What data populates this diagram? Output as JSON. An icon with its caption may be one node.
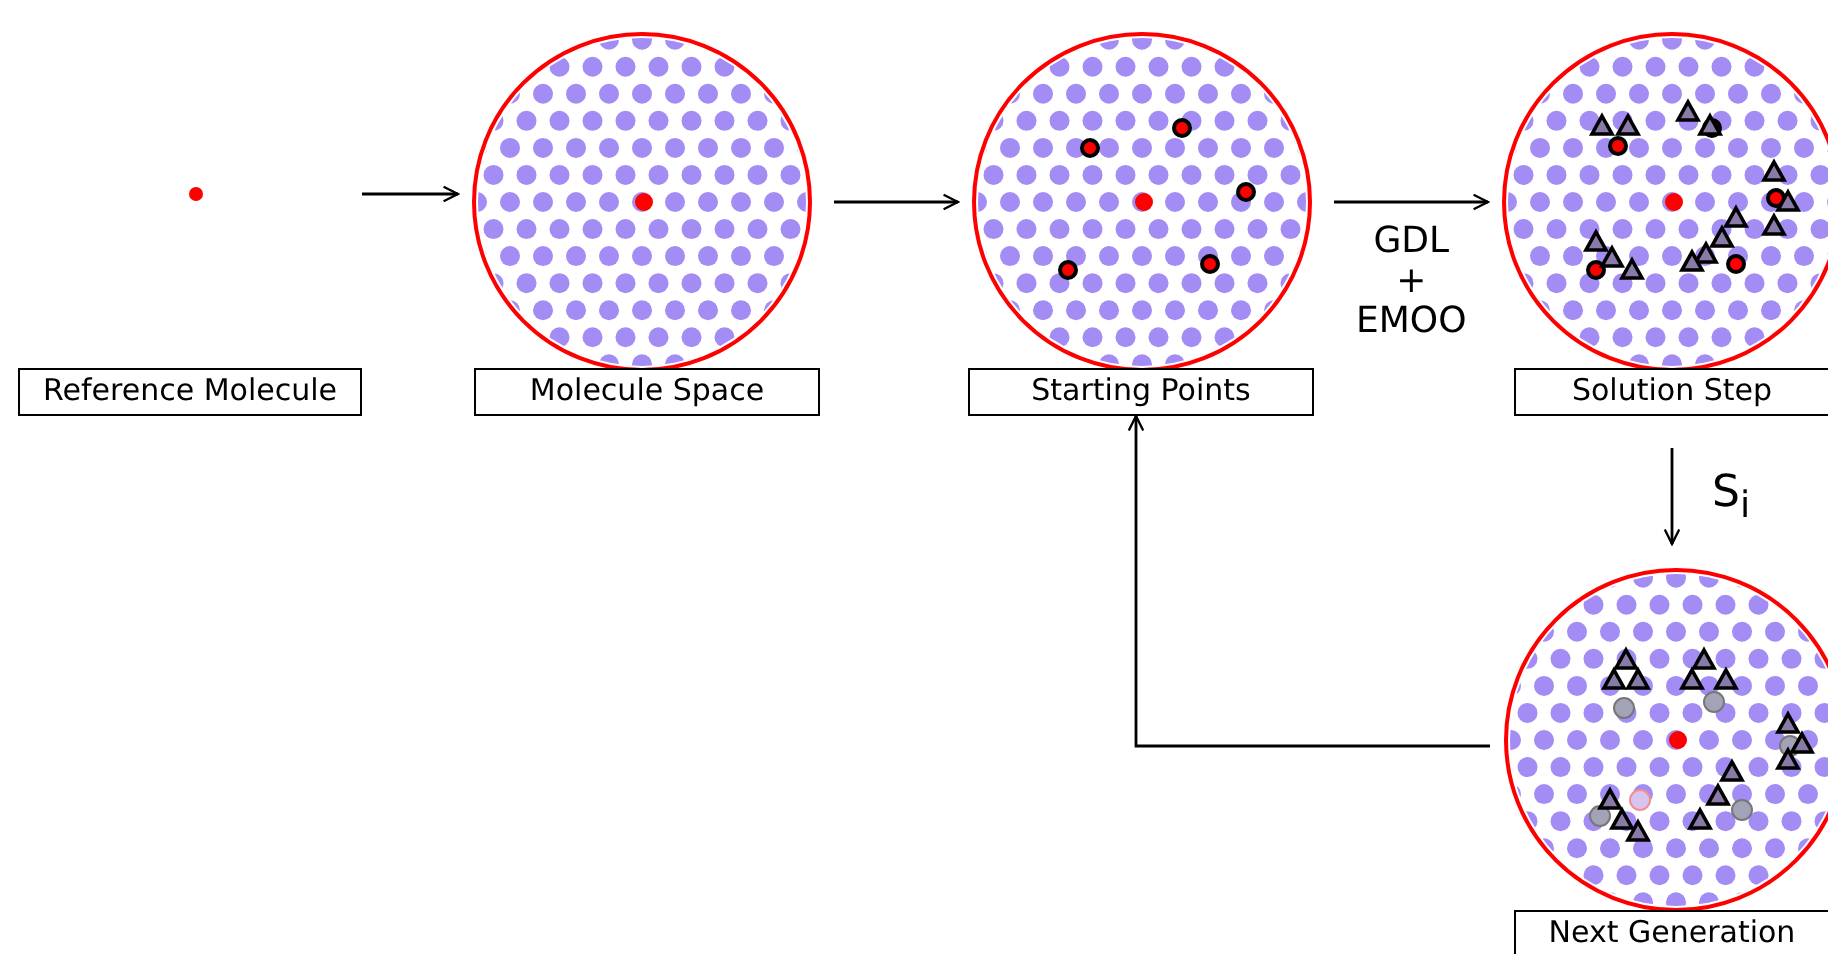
{
  "diagram": {
    "nodes": [
      {
        "text": [
          "Reference Molecule"
        ]
      },
      {
        "text": [
          "Molecule Space"
        ]
      },
      {
        "text": [
          "Starting Points"
        ]
      },
      {
        "text": [
          "Solution Step"
        ]
      },
      {
        "text": [
          "Next Generation"
        ]
      }
    ],
    "edges": [
      {
        "from": 0,
        "to": 1,
        "arrow": "to"
      },
      {
        "from": 1,
        "to": 2,
        "arrow": "to"
      },
      {
        "from": 2,
        "to": 3,
        "arrow": "to",
        "label": "GDL + EMOO"
      },
      {
        "from": 3,
        "to": 4,
        "arrow": "to",
        "label": "S$_{i}$"
      },
      {
        "from": 4,
        "to": 2,
        "arrow": "to"
      }
    ]
  }
}
